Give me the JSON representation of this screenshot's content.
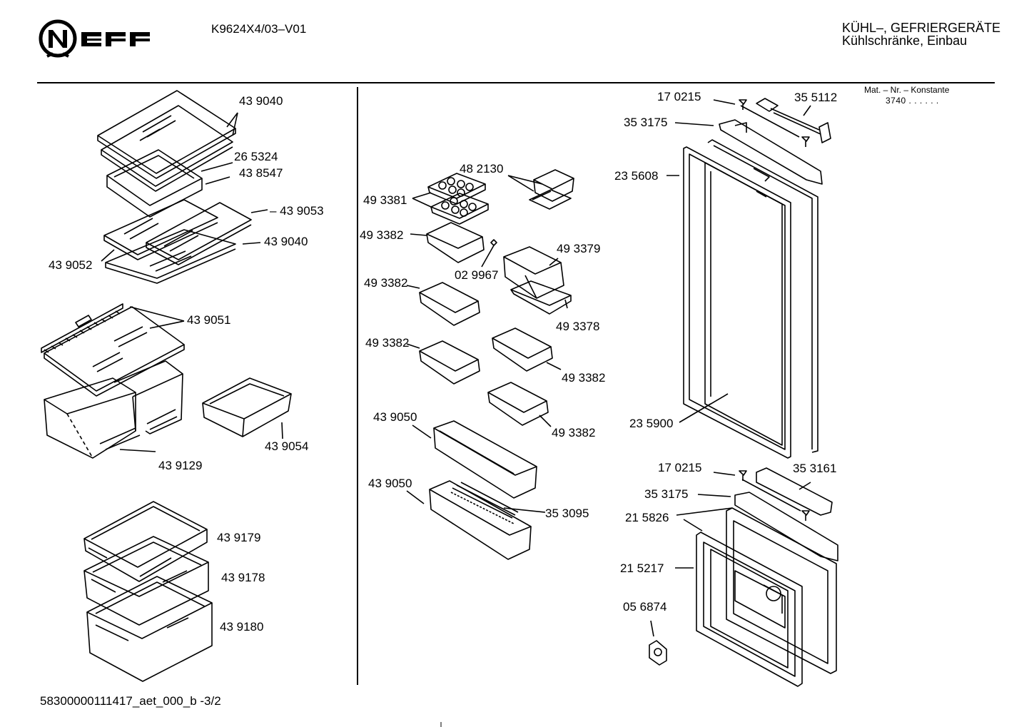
{
  "header": {
    "brand": "NEFF",
    "model": "K9624X4/03–V01",
    "category_line1": "KÜHL–, GEFRIERGERÄTE",
    "category_line2": "Kühlschränke, Einbau",
    "mat_label": "Mat. – Nr. – Konstante",
    "mat_value": "3740 .  .  .  .  .  ."
  },
  "footer": {
    "doc_id": "58300000111417_aet_000_b  -3/2"
  },
  "parts": [
    {
      "text": "43 9040"
    },
    {
      "text": "26 5324"
    },
    {
      "text": "43 8547"
    },
    {
      "text": "– 43 9053"
    },
    {
      "text": "43 9040"
    },
    {
      "text": "43 9052"
    },
    {
      "text": "43 9051"
    },
    {
      "text": "43 9054"
    },
    {
      "text": "43 9129"
    },
    {
      "text": "43 9179"
    },
    {
      "text": "43 9178"
    },
    {
      "text": "43 9180"
    },
    {
      "text": "48 2130"
    },
    {
      "text": "49 3381"
    },
    {
      "text": "49 3382"
    },
    {
      "text": "02 9967"
    },
    {
      "text": "49 3379"
    },
    {
      "text": "49 3382"
    },
    {
      "text": "49 3378"
    },
    {
      "text": "49 3382"
    },
    {
      "text": "49 3382"
    },
    {
      "text": "49 3382"
    },
    {
      "text": "43 9050"
    },
    {
      "text": "43 9050"
    },
    {
      "text": "35 3095"
    },
    {
      "text": "17 0215"
    },
    {
      "text": "35 5112"
    },
    {
      "text": "35 3175"
    },
    {
      "text": "23 5608"
    },
    {
      "text": "23 5900"
    },
    {
      "text": "17 0215"
    },
    {
      "text": "35 3161"
    },
    {
      "text": "35 3175"
    },
    {
      "text": "21 5826"
    },
    {
      "text": "21 5217"
    },
    {
      "text": "05 6874"
    }
  ]
}
